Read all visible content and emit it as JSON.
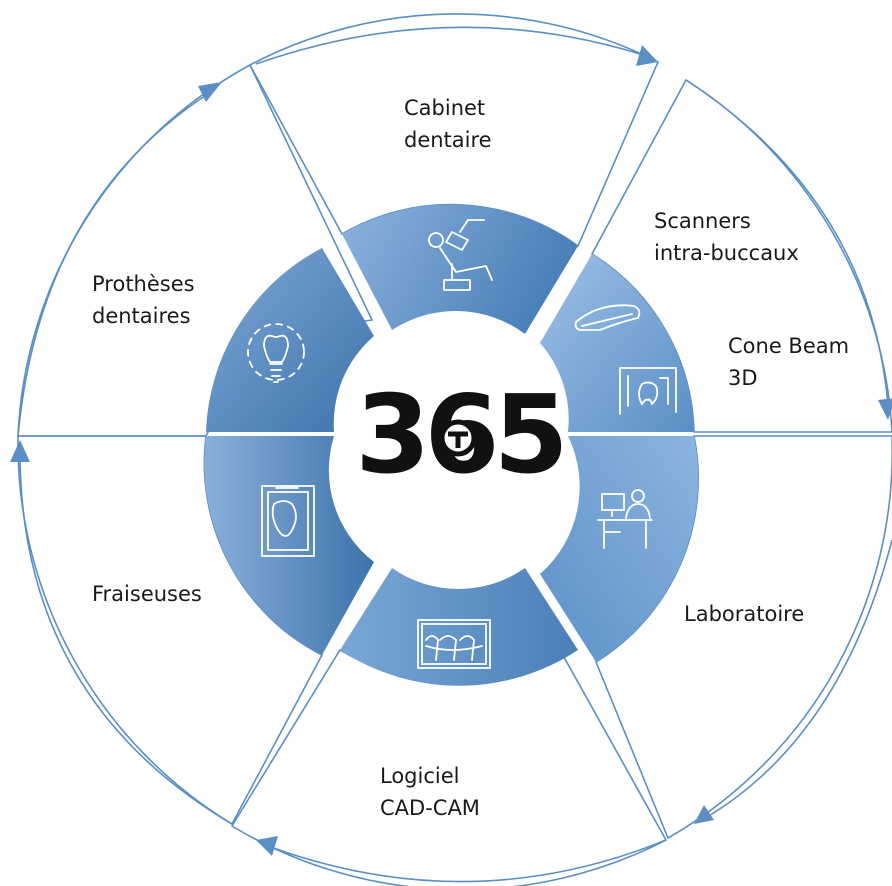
{
  "logo": {
    "text": "365"
  },
  "segments": [
    {
      "id": "cabinet",
      "line1": "Cabinet",
      "line2": "dentaire",
      "icon": "dental-chair-icon"
    },
    {
      "id": "scanners",
      "line1": "Scanners",
      "line2": "intra-buccaux",
      "icon": "intraoral-scanner-icon"
    },
    {
      "id": "cone-beam",
      "line1": "Cone Beam",
      "line2": "3D",
      "icon": "cbct-machine-icon"
    },
    {
      "id": "laboratoire",
      "line1": "Laboratoire",
      "line2": "",
      "icon": "lab-technician-icon"
    },
    {
      "id": "logiciel",
      "line1": "Logiciel",
      "line2": "CAD-CAM",
      "icon": "cad-screen-icon"
    },
    {
      "id": "fraiseuses",
      "line1": "Fraiseuses",
      "line2": "",
      "icon": "milling-machine-icon"
    },
    {
      "id": "protheses",
      "line1": "Prothèses",
      "line2": "dentaires",
      "icon": "implant-tooth-icon"
    }
  ],
  "colors": {
    "ring_light": "#8db3de",
    "ring_dark": "#3f74ad",
    "outline": "#5b8fc4",
    "arrow": "#5b8fc4",
    "text": "#1a1a1a",
    "logo": "#111111"
  }
}
